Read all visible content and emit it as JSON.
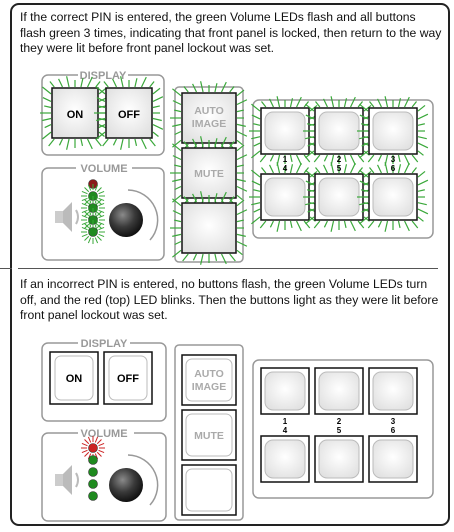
{
  "top_caption": "If the correct PIN is entered, the green Volume LEDs flash and all buttons flash green 3 times, indicating that front panel is locked, then return to the way they were lit before front panel lockout was set.",
  "bottom_caption": "If an incorrect PIN is entered, no buttons flash, the green Volume LEDs turn off, and the red (top) LED blinks.  Then the buttons light as they were lit before front panel lockout was set.",
  "display_group_label": "DISPLAY",
  "volume_group_label": "VOLUME",
  "on_button": "ON",
  "off_button": "OFF",
  "auto_image_line1": "AUTO",
  "auto_image_line2": "IMAGE",
  "mute_button": "MUTE",
  "input_labels": [
    {
      "top": "1",
      "bottom": "4"
    },
    {
      "top": "2",
      "bottom": "5"
    },
    {
      "top": "3",
      "bottom": "6"
    }
  ],
  "colors": {
    "flash_green": "#3aa83a",
    "led_green": "#1f8a1f",
    "led_red": "#cc2222",
    "panel_border": "#888888",
    "dim_text": "#aaaaaa"
  }
}
